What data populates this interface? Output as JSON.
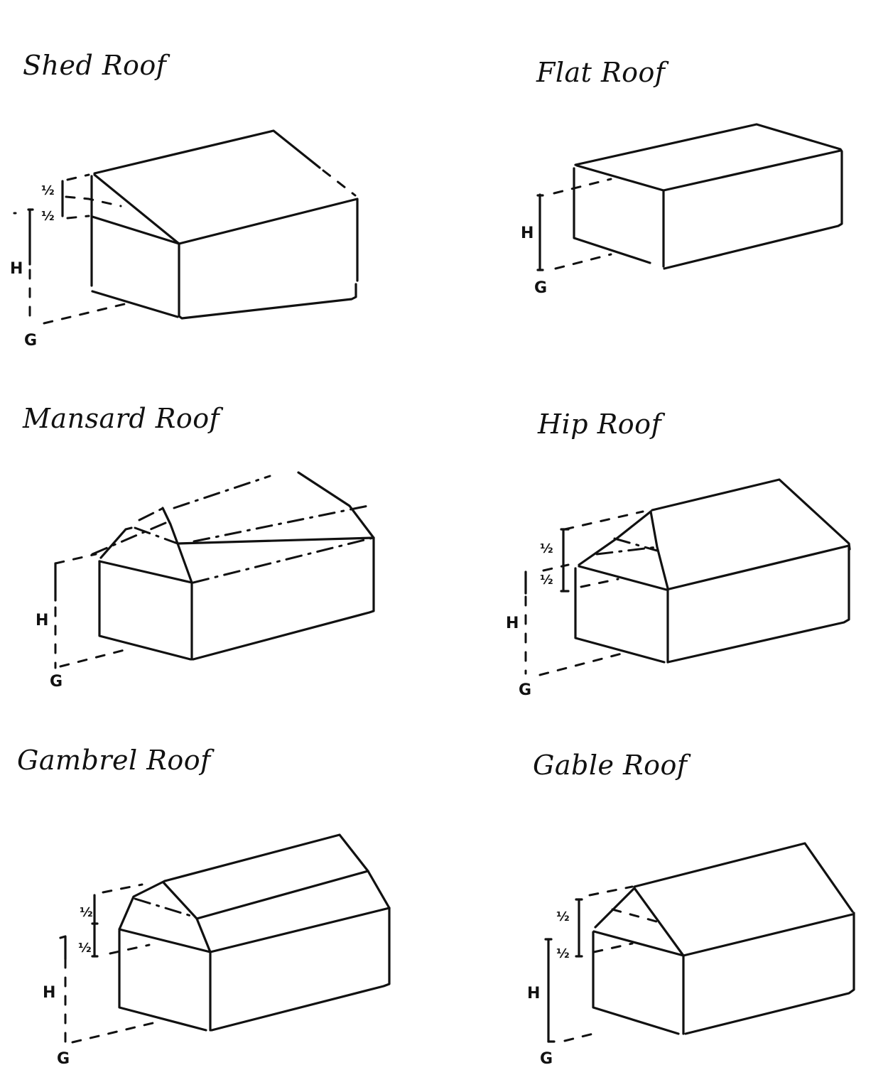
{
  "roofs": {
    "shed": {
      "title": "Shed Roof",
      "labels": {
        "half_upper": "½",
        "half_lower": "½",
        "height": "H",
        "ground": "G"
      }
    },
    "flat": {
      "title": "Flat Roof",
      "labels": {
        "height": "H",
        "ground": "G"
      }
    },
    "mansard": {
      "title": "Mansard Roof",
      "labels": {
        "height": "H",
        "ground": "G"
      }
    },
    "hip": {
      "title": "Hip Roof",
      "labels": {
        "half_upper": "½",
        "half_lower": "½",
        "height": "H",
        "ground": "G"
      }
    },
    "gambrel": {
      "title": "Gambrel Roof",
      "labels": {
        "half_upper": "½",
        "half_lower": "½",
        "height": "H",
        "ground": "G"
      }
    },
    "gable": {
      "title": "Gable Roof",
      "labels": {
        "half_upper": "½",
        "half_lower": "½",
        "height": "H",
        "ground": "G"
      }
    }
  },
  "colors": {
    "ink": "#111111",
    "paper": "#ffffff"
  }
}
